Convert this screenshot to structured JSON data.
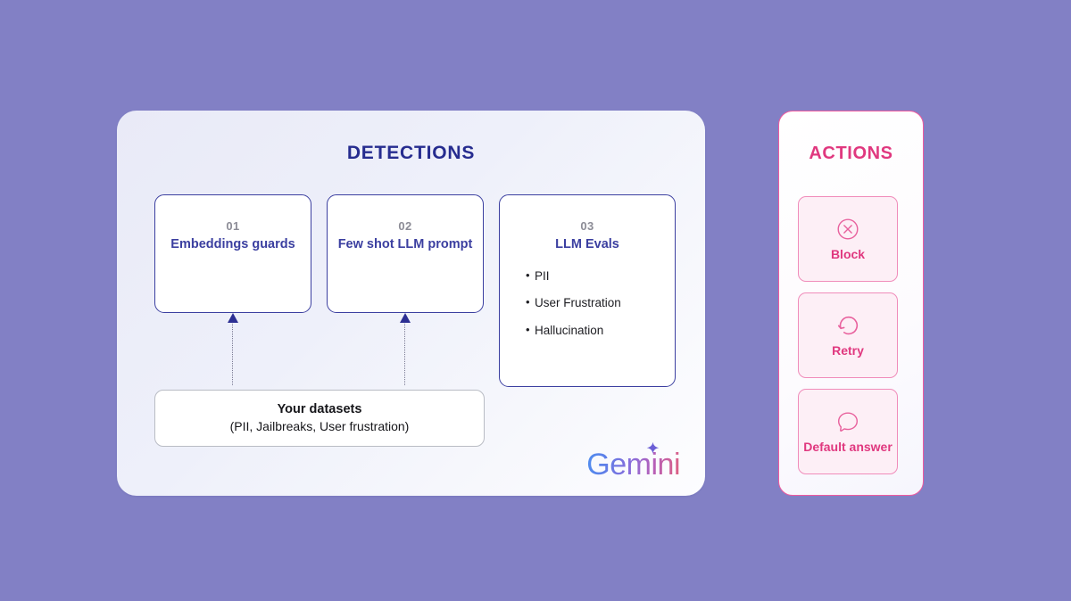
{
  "background_color": "#8280c5",
  "detections": {
    "title": "DETECTIONS",
    "accent_color": "#262c8f",
    "cards": [
      {
        "number": "01",
        "title": "Embeddings guards"
      },
      {
        "number": "02",
        "title": "Few shot LLM prompt"
      },
      {
        "number": "03",
        "title": "LLM Evals",
        "bullets": [
          "PII",
          "User Frustration",
          "Hallucination"
        ]
      }
    ],
    "datasets": {
      "title": "Your datasets",
      "subtitle": "(PII, Jailbreaks, User frustration)"
    },
    "brand": {
      "name": "Gemini",
      "icon": "sparkle-icon"
    }
  },
  "actions": {
    "title": "ACTIONS",
    "accent_color": "#e0387f",
    "items": [
      {
        "label": "Block",
        "icon": "circle-x-icon"
      },
      {
        "label": "Retry",
        "icon": "refresh-ccw-icon"
      },
      {
        "label": "Default answer",
        "icon": "chat-bubble-icon"
      }
    ]
  }
}
